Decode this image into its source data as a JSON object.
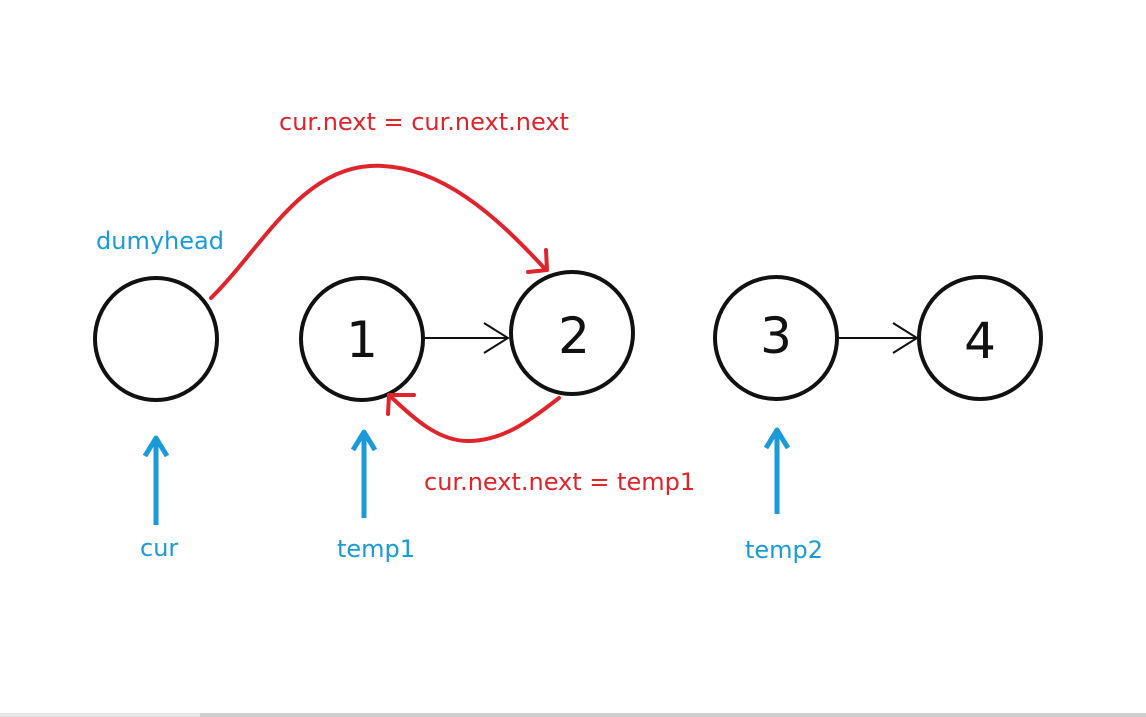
{
  "nodes": [
    {
      "id": "dummy",
      "label": ""
    },
    {
      "id": "n1",
      "label": "1"
    },
    {
      "id": "n2",
      "label": "2"
    },
    {
      "id": "n3",
      "label": "3"
    },
    {
      "id": "n4",
      "label": "4"
    }
  ],
  "pointer_labels": {
    "dumyhead": "dumyhead",
    "cur": "cur",
    "temp1": "temp1",
    "temp2": "temp2"
  },
  "code_labels": {
    "top": "cur.next = cur.next.next",
    "bottom": "cur.next.next = temp1"
  },
  "colors": {
    "pointer": "#1a9ad6",
    "step": "#e0242b",
    "node_stroke": "#111111"
  }
}
